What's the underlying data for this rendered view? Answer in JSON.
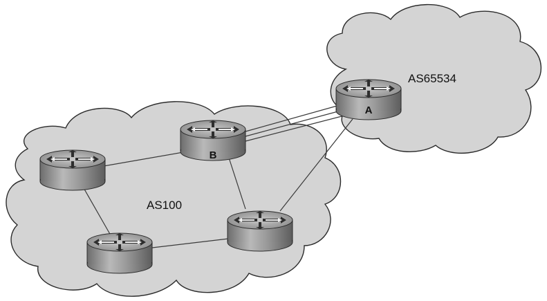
{
  "diagram": {
    "clouds": [
      {
        "id": "as100",
        "label": "AS100"
      },
      {
        "id": "as65534",
        "label": "AS65534"
      }
    ],
    "routers": [
      {
        "id": "A",
        "label": "A"
      },
      {
        "id": "B",
        "label": "B"
      },
      {
        "id": "left",
        "label": ""
      },
      {
        "id": "bottom-left",
        "label": ""
      },
      {
        "id": "bottom-right",
        "label": ""
      }
    ],
    "links": [
      {
        "from": "B",
        "to": "A",
        "count": 3
      },
      {
        "from": "left",
        "to": "B",
        "count": 1
      },
      {
        "from": "left",
        "to": "bottom-left",
        "count": 1
      },
      {
        "from": "bottom-left",
        "to": "bottom-right",
        "count": 1
      },
      {
        "from": "B",
        "to": "bottom-right",
        "count": 1
      },
      {
        "from": "bottom-right",
        "to": "A",
        "count": 1
      }
    ],
    "colors": {
      "cloud_fill": "#d4d4d4",
      "router_body": "#8f8f8f",
      "router_top": "#b8b8b8"
    }
  }
}
